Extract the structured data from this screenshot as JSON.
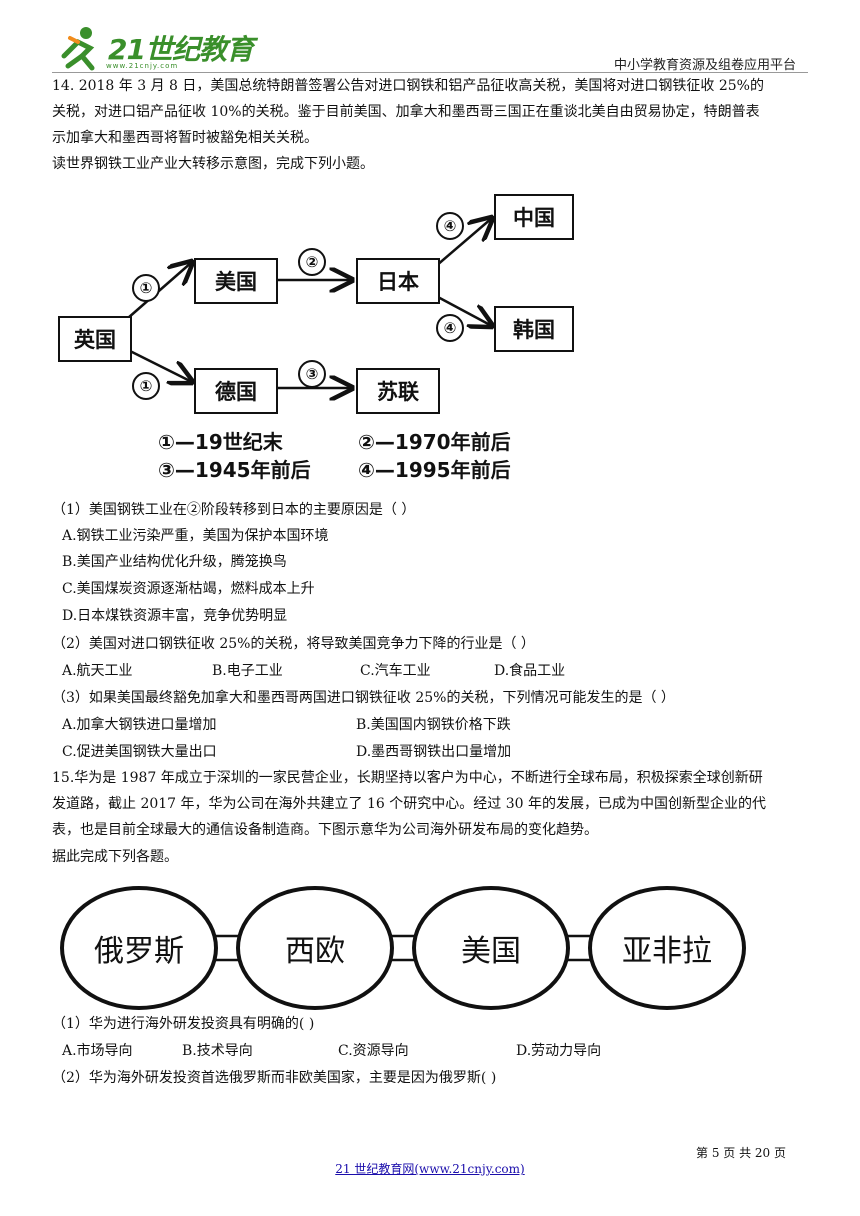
{
  "header": {
    "logo_text": "21世纪教育",
    "logo_sub": "www.21cnjy.com",
    "platform": "中小学教育资源及组卷应用平台"
  },
  "q14": {
    "lines": [
      "14.    2018 年 3 月 8 日，美国总统特朗普签署公告对进口钢铁和铝产品征收高关税，美国将对进口钢铁征收 25%的",
      "关税，对进口铝产品征收 10%的关税。鉴于目前美国、加拿大和墨西哥三国正在重谈北美自由贸易协定，特朗普表",
      "示加拿大和墨西哥将暂时被豁免相关关税。",
      "读世界钢铁工业产业大转移示意图，完成下列小题。"
    ],
    "diagram": {
      "boxes": {
        "uk": "英国",
        "usa": "美国",
        "germany": "德国",
        "japan": "日本",
        "ussr": "苏联",
        "china": "中国",
        "korea": "韩国"
      },
      "labels": {
        "n1a": "①",
        "n1b": "①",
        "n2": "②",
        "n3": "③",
        "n4a": "④",
        "n4b": "④"
      },
      "legend": {
        "l1": "①—19世纪末",
        "l2": "②—1970年前后",
        "l3": "③—1945年前后",
        "l4": "④—1995年前后"
      }
    },
    "sub1": {
      "stem": "（1）美国钢铁工业在②阶段转移到日本的主要原因是（     ）",
      "a": "A.钢铁工业污染严重，美国为保护本国环境",
      "b": "B.美国产业结构优化升级，腾笼换鸟",
      "c": "C.美国煤炭资源逐渐枯竭，燃料成本上升",
      "d": "D.日本煤铁资源丰富，竞争优势明显"
    },
    "sub2": {
      "stem": "（2）美国对进口钢铁征收 25%的关税，将导致美国竞争力下降的行业是（     ）",
      "a": "A.航天工业",
      "b": "B.电子工业",
      "c": "C.汽车工业",
      "d": "D.食品工业"
    },
    "sub3": {
      "stem": "（3）如果美国最终豁免加拿大和墨西哥两国进口钢铁征收 25%的关税，下列情况可能发生的是（       ）",
      "a": "A.加拿大钢铁进口量增加",
      "b": "B.美国国内钢铁价格下跌",
      "c": "C.促进美国钢铁大量出口",
      "d": "D.墨西哥钢铁出口量增加"
    }
  },
  "q15": {
    "lines": [
      "15.华为是 1987 年成立于深圳的一家民营企业，长期坚持以客户为中心，不断进行全球布局，积极探索全球创新研",
      "发道路，截止 2017 年，华为公司在海外共建立了 16 个研究中心。经过 30 年的发展，已成为中国创新型企业的代",
      "表，也是目前全球最大的通信设备制造商。下图示意华为公司海外研发布局的变化趋势。",
      "据此完成下列各题。"
    ],
    "flow": [
      "俄罗斯",
      "西欧",
      "美国",
      "亚非拉"
    ],
    "sub1": {
      "stem": "（1）华为进行海外研发投资具有明确的(    )",
      "a": "A.市场导向",
      "b": "B.技术导向",
      "c": "C.资源导向",
      "d": "D.劳动力导向"
    },
    "sub2": {
      "stem": "（2）华为海外研发投资首选俄罗斯而非欧美国家，主要是因为俄罗斯(    )"
    }
  },
  "footer": {
    "page": "第  5  页  共  20  页",
    "link": "21 世纪教育网(www.21cnjy.com)"
  }
}
